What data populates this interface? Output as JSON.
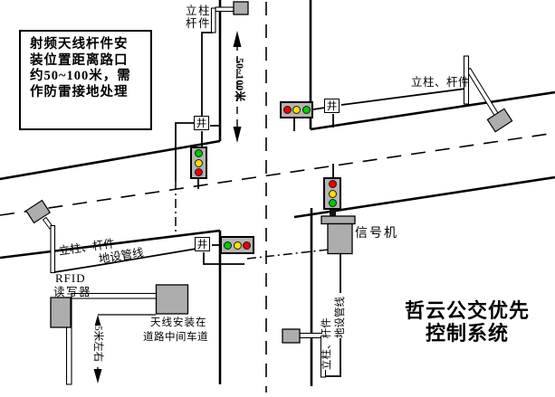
{
  "palette": {
    "red": "#ee0000",
    "yellow": "#ffe000",
    "green": "#00cc00",
    "device_gray": "#adadad",
    "light_body_gray": "#b5b5b5",
    "line_black": "#000000"
  },
  "note_box": {
    "line1": "射频天线杆件安",
    "line2": "装位置距离路口",
    "line3": "约50~100米，需",
    "line4": "作防雷接地处理"
  },
  "labels": {
    "top_pole_line1": "立柱",
    "top_pole_line2": "杆件",
    "top_dimension": "50~100米",
    "right_pole": "立柱、杆件",
    "left_pole": "立柱、杆件",
    "left_conduit": "地设管线",
    "rfid_line1": "RFID",
    "rfid_line2": "读写器",
    "center_antenna_line1": "天线安装在",
    "center_antenna_line2": "道路中间车道",
    "bottom_dimension": "5米左右",
    "signal_machine": "信号机",
    "bottom_pole_vertical": "立柱、杆件",
    "bottom_conduit_vertical": "地设管线",
    "well": "井"
  },
  "title": {
    "line1": "哲云公交优先",
    "line2": "控制系统"
  },
  "traffic_lights": [
    {
      "name": "west-approach-signal",
      "orientation": "vertical",
      "colors": [
        "green",
        "yellow",
        "red"
      ]
    },
    {
      "name": "north-approach-signal",
      "orientation": "horizontal",
      "colors": [
        "red",
        "yellow",
        "green"
      ]
    },
    {
      "name": "south-approach-signal",
      "orientation": "horizontal",
      "colors": [
        "green",
        "yellow",
        "red"
      ]
    },
    {
      "name": "east-approach-signal",
      "orientation": "vertical",
      "colors": [
        "red",
        "yellow",
        "green"
      ]
    }
  ]
}
